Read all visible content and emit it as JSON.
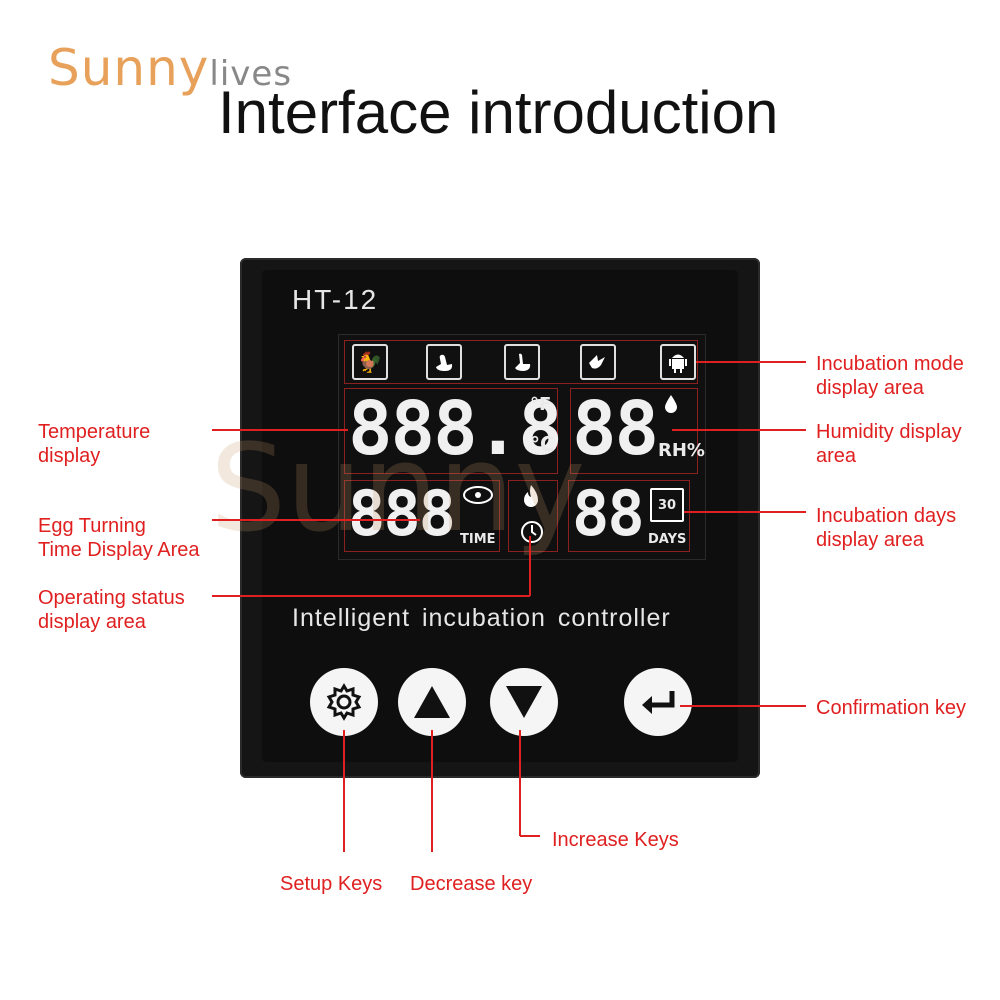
{
  "brand": {
    "part1": "Sunny",
    "part2": "lives"
  },
  "title": "Interface introduction",
  "device": {
    "model": "HT-12",
    "caption": "Intelligent incubation controller",
    "lcd": {
      "temp_digits": "888.8",
      "temp_unit_f": "°F",
      "temp_unit_c": "°C",
      "humidity_digits": "88",
      "humidity_unit": "RH%",
      "time_digits": "888",
      "time_label": "TIME",
      "days_digits": "88",
      "days_label": "DAYS",
      "calendar_value": "30"
    }
  },
  "labels": {
    "incubation_mode_1": "Incubation mode",
    "incubation_mode_2": "display area",
    "temperature_1": "Temperature",
    "temperature_2": "display",
    "humidity_1": "Humidity display",
    "humidity_2": "area",
    "egg_turning_1": "Egg Turning",
    "egg_turning_2": "Time Display Area",
    "incubation_days_1": "Incubation days",
    "incubation_days_2": "display area",
    "operating_status_1": "Operating status",
    "operating_status_2": "display area",
    "confirmation_key": "Confirmation key",
    "increase_keys": "Increase Keys",
    "setup_keys": "Setup Keys",
    "decrease_key": "Decrease key"
  },
  "colors": {
    "label_red": "#e02020",
    "brand_orange": "#e8a15a",
    "device_black": "#151515"
  },
  "icons": [
    "chicken-icon",
    "duck-icon",
    "goose-icon",
    "bird-icon",
    "android-icon",
    "eye-icon",
    "flame-icon",
    "clock-icon",
    "calendar-icon",
    "gear-icon",
    "up-arrow-icon",
    "down-arrow-icon",
    "enter-icon"
  ]
}
